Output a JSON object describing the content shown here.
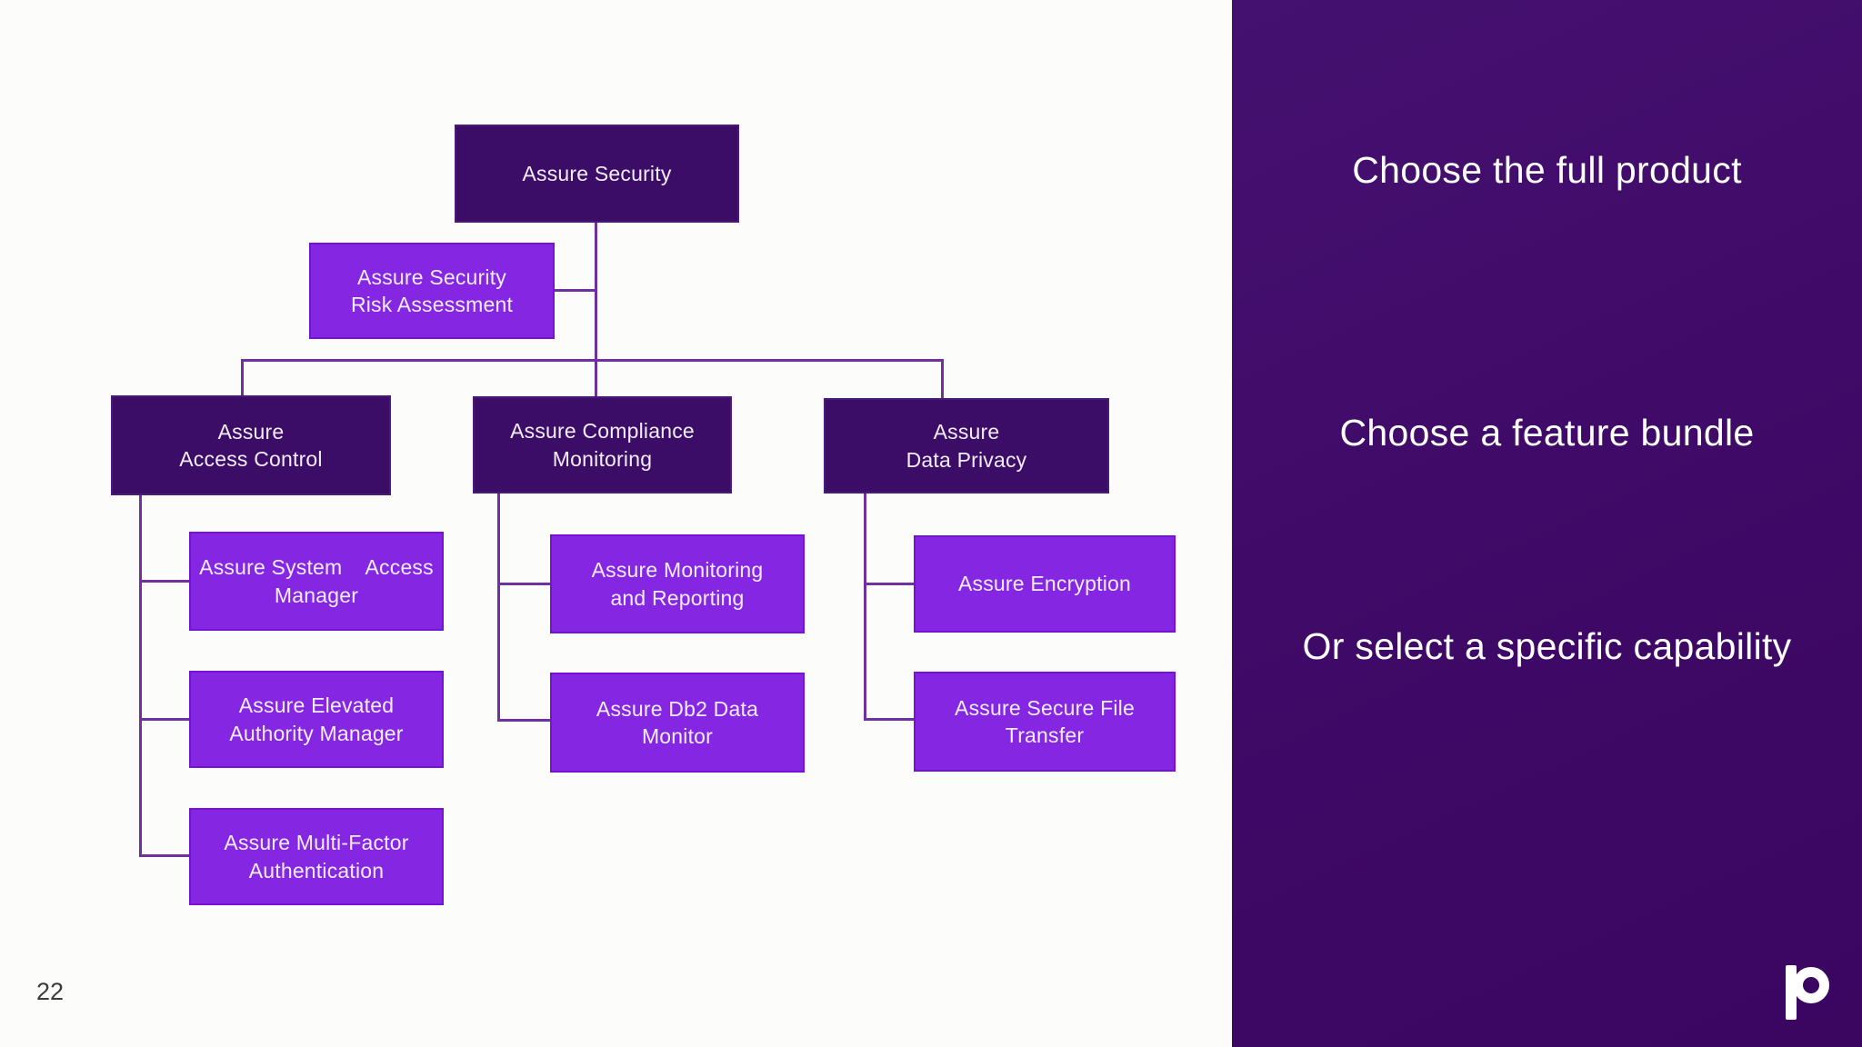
{
  "slide": {
    "page_number": "22"
  },
  "colors": {
    "bg": "#fcfcfb",
    "panel": "#400a68",
    "panel2": "#3a0660",
    "dark": "#3b0d66",
    "bright": "#8527e2",
    "line": "#7030a0",
    "label": "#f3edfb"
  },
  "org_chart": {
    "root": "Assure Security",
    "risk": "Assure Security\nRisk Assessment",
    "group1": "Assure\nAccess Control",
    "group1_child1": "Assure System    Access\nManager",
    "group1_child2": "Assure Elevated\nAuthority Manager",
    "group1_child3": "Assure Multi-Factor\nAuthentication",
    "group2": "Assure Compliance\nMonitoring",
    "group2_child1": "Assure Monitoring\nand Reporting",
    "group2_child2": "Assure Db2 Data\nMonitor",
    "group3": "Assure\nData Privacy",
    "group3_child1": "Assure Encryption",
    "group3_child2": "Assure Secure File\nTransfer"
  },
  "sidebar": {
    "heading1": "Choose the full product",
    "heading2": "Choose a feature bundle",
    "heading3": "Or select a specific capability",
    "logo_icon": "p-ring-logo"
  }
}
